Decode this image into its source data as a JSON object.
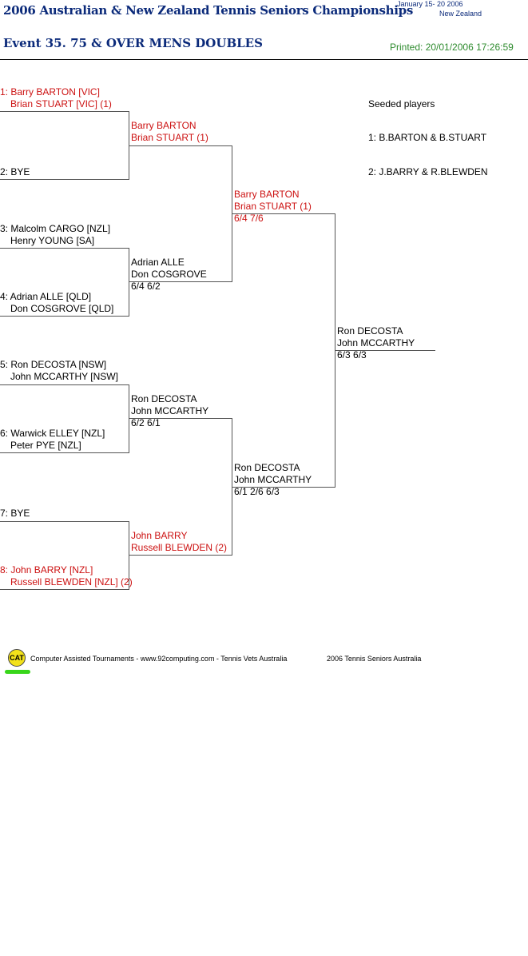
{
  "header": {
    "title": "2006 Australian & New Zealand Tennis Seniors Championships",
    "dates": "January  15- 20 2006",
    "location": "New Zealand",
    "event": "Event 35. 75 & OVER MENS DOUBLES",
    "printed": "Printed: 20/01/2006 17:26:59"
  },
  "round1": [
    {
      "line1": "1: Barry BARTON [VIC]",
      "line2": "Brian STUART [VIC] (1)"
    },
    {
      "line1": "2: BYE",
      "line2": ""
    },
    {
      "line1": "3: Malcolm CARGO [NZL]",
      "line2": "Henry YOUNG [SA]"
    },
    {
      "line1": "4: Adrian ALLE [QLD]",
      "line2": "Don COSGROVE [QLD]"
    },
    {
      "line1": "5: Ron DECOSTA [NSW]",
      "line2": "John MCCARTHY [NSW]"
    },
    {
      "line1": "6: Warwick ELLEY [NZL]",
      "line2": "Peter PYE [NZL]"
    },
    {
      "line1": "7: BYE",
      "line2": ""
    },
    {
      "line1": "8: John BARRY [NZL]",
      "line2": "Russell BLEWDEN [NZL] (2)"
    }
  ],
  "round2": [
    {
      "line1": "Barry BARTON",
      "line2": "Brian STUART (1)",
      "score": ""
    },
    {
      "line1": "Adrian ALLE",
      "line2": "Don COSGROVE",
      "score": "6/4 6/2"
    },
    {
      "line1": "Ron DECOSTA",
      "line2": "John MCCARTHY",
      "score": "6/2 6/1"
    },
    {
      "line1": "John BARRY",
      "line2": "Russell BLEWDEN (2)",
      "score": ""
    }
  ],
  "round3": [
    {
      "line1": "Barry BARTON",
      "line2": "Brian STUART (1)",
      "score": "6/4 7/6"
    },
    {
      "line1": "Ron DECOSTA",
      "line2": "John MCCARTHY",
      "score": "6/1  2/6 6/3"
    }
  ],
  "winner": {
    "line1": "Ron DECOSTA",
    "line2": "John MCCARTHY",
    "score": "6/3 6/3"
  },
  "seeded": {
    "heading": "Seeded players",
    "items": [
      "1: B.BARTON & B.STUART",
      "2: J.BARRY & R.BLEWDEN"
    ]
  },
  "footer": {
    "logo": "CAT",
    "credit": "Computer Assisted Tournaments - www.92computing.com -  Tennis Vets Australia",
    "org": "2006 Tennis Seniors Australia"
  },
  "colors": {
    "title": "#0b2a7a",
    "seed": "#cc1111",
    "printed": "#2e8b2e"
  }
}
